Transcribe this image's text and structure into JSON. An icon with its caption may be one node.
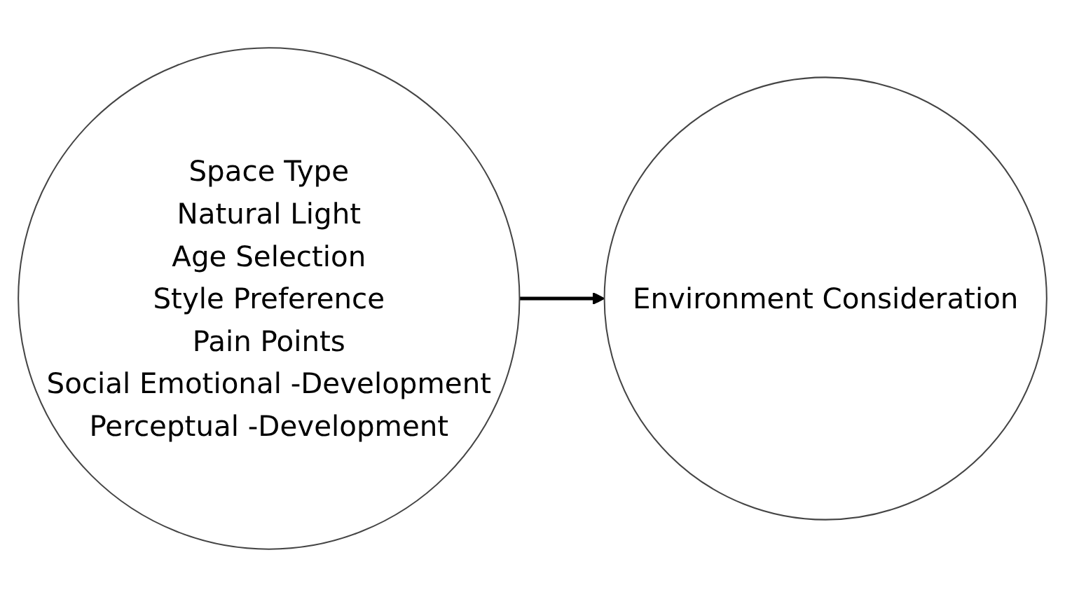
{
  "diagram": {
    "nodes": [
      {
        "text": [
          "Space Type",
          "Natural Light",
          "Age Selection",
          "Style Preference",
          "Pain Points",
          "Social Emotional -Development",
          "Perceptual -Development"
        ]
      },
      {
        "text": [
          "Environment Consideration"
        ]
      }
    ],
    "edges": [
      {
        "from": 0,
        "to": 1,
        "arrow": "to"
      }
    ]
  }
}
